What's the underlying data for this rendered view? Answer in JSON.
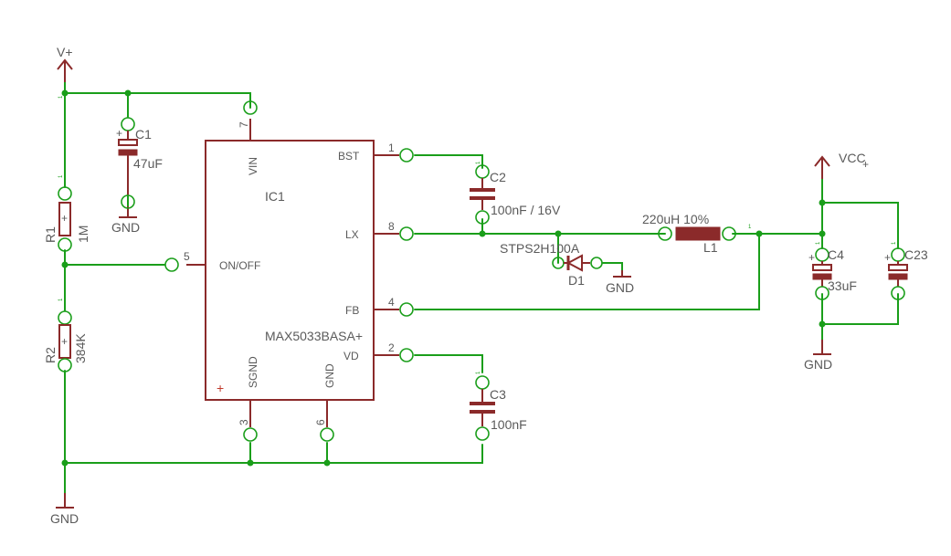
{
  "ic": {
    "ref": "IC1",
    "value": "MAX5033BASA+",
    "pins": {
      "vin": "VIN",
      "vin_num": "7",
      "sgnd": "SGND",
      "sgnd_num": "3",
      "gnd": "GND",
      "gnd_num": "6",
      "onoff": "ON/OFF",
      "onoff_num": "5",
      "bst": "BST",
      "bst_num": "1",
      "lx": "LX",
      "lx_num": "8",
      "fb": "FB",
      "fb_num": "4",
      "vd": "VD",
      "vd_num": "2"
    }
  },
  "supplies": {
    "vplus": "V+",
    "vcc": "VCC",
    "vcc_suffix": "+",
    "gnd": "GND"
  },
  "parts": {
    "c1": {
      "ref": "C1",
      "value": "47uF"
    },
    "c2": {
      "ref": "C2",
      "value": "100nF / 16V"
    },
    "c3": {
      "ref": "C3",
      "value": "100nF"
    },
    "c4": {
      "ref": "C4",
      "value": "33uF"
    },
    "c23": {
      "ref": "C23"
    },
    "r1": {
      "ref": "R1",
      "value": "1M"
    },
    "r2": {
      "ref": "R2",
      "value": "384K"
    },
    "l1": {
      "ref": "L1",
      "value": "220uH 10%"
    },
    "d1": {
      "ref": "D1",
      "value": "STPS2H100A"
    }
  },
  "pin_marks": {
    "one": "1",
    "polarity": "+"
  }
}
